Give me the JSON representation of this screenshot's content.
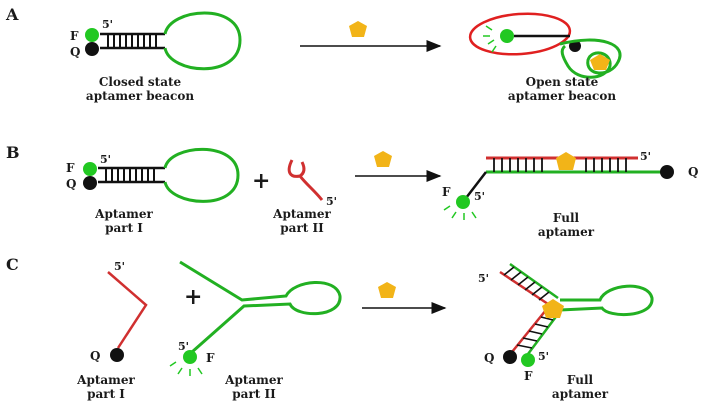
{
  "panels": {
    "a": {
      "letter": "A",
      "label_f": "F",
      "label_q": "Q",
      "label_5": "5'",
      "left_caption": [
        "Closed state",
        "aptamer beacon"
      ],
      "right_caption": [
        "Open state",
        "aptamer beacon"
      ]
    },
    "b": {
      "letter": "B",
      "label_f": "F",
      "label_q": "Q",
      "label_5": "5'",
      "plus": "+",
      "part1_caption": [
        "Aptamer",
        "part I"
      ],
      "part2_caption": [
        "Aptamer",
        "part II"
      ],
      "part2_5": "5'",
      "result_5_top": "5'",
      "result_q": "Q",
      "result_f": "F",
      "result_5_bottom": "5'",
      "result_caption": [
        "Full",
        "aptamer"
      ]
    },
    "c": {
      "letter": "C",
      "label_5_left": "5'",
      "label_q": "Q",
      "plus": "+",
      "label_5_mid": "5'",
      "label_f": "F",
      "part1_caption": [
        "Aptamer",
        "part I"
      ],
      "part2_caption": [
        "Aptamer",
        "part II"
      ],
      "result_5_top": "5'",
      "result_q": "Q",
      "result_5_bottom": "5'",
      "result_f": "F",
      "result_caption": [
        "Full",
        "aptamer"
      ]
    }
  },
  "colors": {
    "strand_green": "#22b022",
    "strand_red": "#d03030",
    "fluorophore": "#22c822",
    "quencher": "#111111",
    "target": "#f2b418",
    "annotation_red": "#e02020"
  }
}
